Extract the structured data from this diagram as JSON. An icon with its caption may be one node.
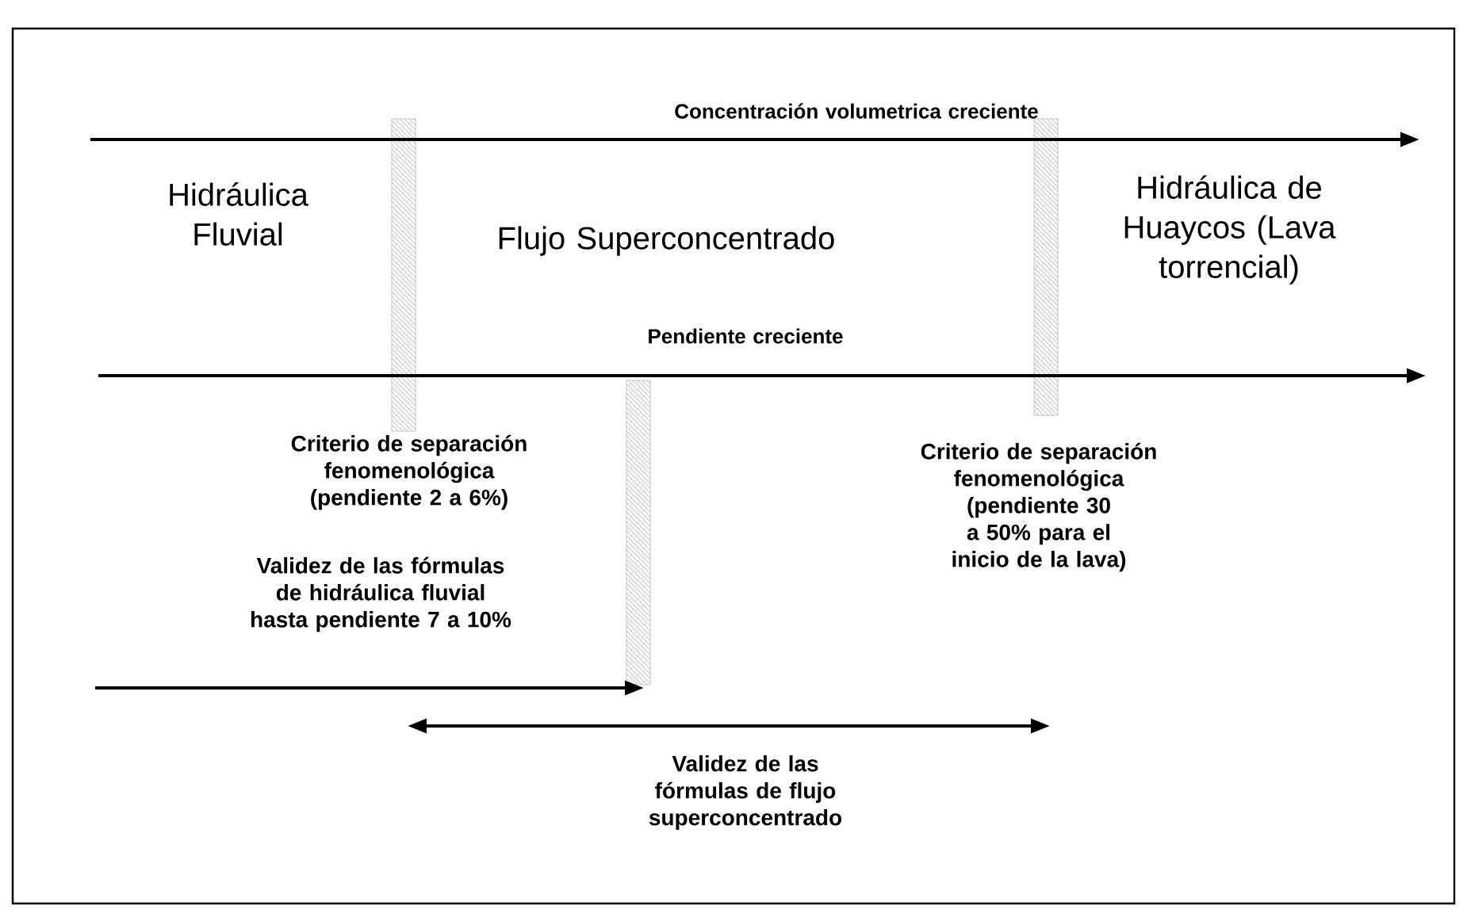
{
  "diagram": {
    "nodes": [
      {
        "text": [],
        "shape": "bar"
      },
      {
        "text": [],
        "shape": "bar"
      },
      {
        "text": [],
        "shape": "bar"
      }
    ],
    "labels": [
      "Concentración volumetrica creciente",
      "Hidráulica Fluvial",
      "Flujo Superconcentrado",
      "Hidráulica de Huaycos (Lava torrencial)",
      "Pendiente creciente",
      "Criterio de separación fenomenológica (pendiente 2 a 6%)",
      "Criterio de separación fenomenológica (pendiente 30 a 50% para el inicio de la lava)",
      "Validez de las fórmulas de hidráulica fluvial hasta pendiente 7 a 10%",
      "Validez de las fórmulas de flujo superconcentrado"
    ]
  }
}
